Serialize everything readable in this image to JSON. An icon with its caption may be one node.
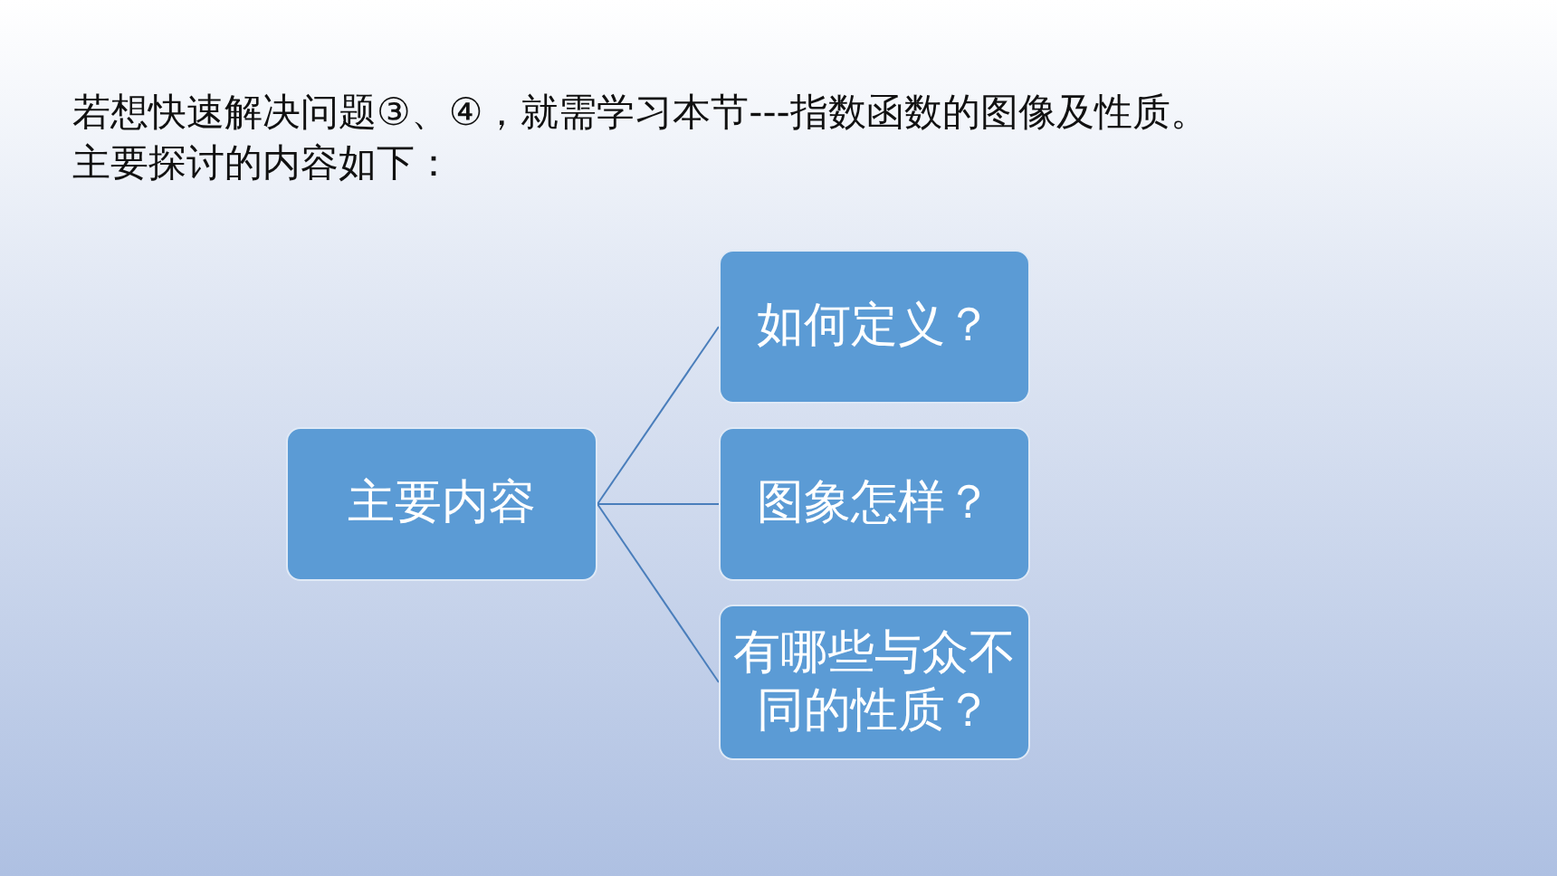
{
  "diagram": {
    "nodes": [
      {
        "text": [
          "主要内容"
        ]
      },
      {
        "text": [
          "如何定义？"
        ]
      },
      {
        "text": [
          "图象怎样？"
        ]
      },
      {
        "text": [
          "有哪些与众不同的性质？"
        ]
      }
    ],
    "edges": [
      {
        "from": 0,
        "to": 1,
        "arrow": "none"
      },
      {
        "from": 0,
        "to": 2,
        "arrow": "none"
      },
      {
        "from": 0,
        "to": 3,
        "arrow": "none"
      }
    ],
    "labels": [
      "若想快速解决问题③、④，就需学习本节---指数函数的图像及性质。",
      "主要探讨的内容如下："
    ]
  }
}
